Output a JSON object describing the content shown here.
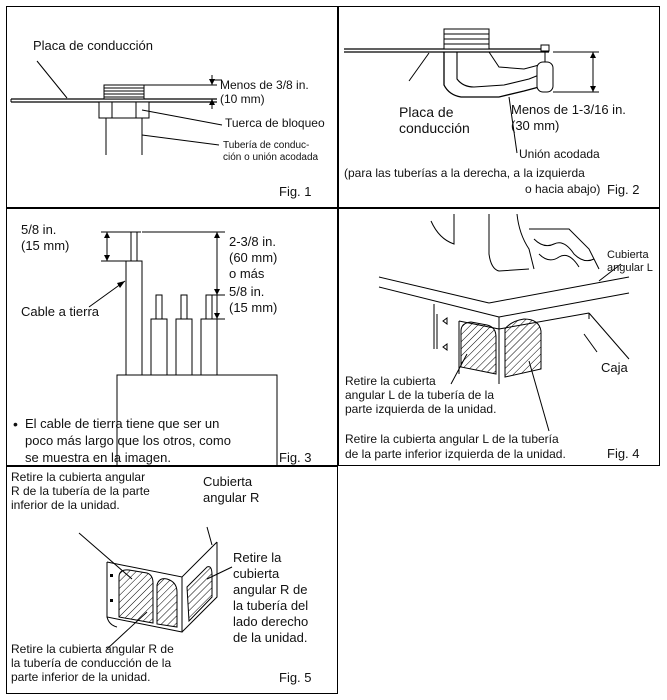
{
  "fig1": {
    "placa": "Placa de conducción",
    "menos": "Menos de 3/8 in.",
    "mm": "(10 mm)",
    "tuerca": "Tuerca de bloqueo",
    "tuberia1": "Tubería de conduc-",
    "tuberia2": "ción o unión acodada",
    "fig": "Fig. 1"
  },
  "fig2": {
    "placa1": "Placa de",
    "placa2": "conducción",
    "menos": "Menos de 1-3/16 in.",
    "mm": "(30 mm)",
    "union": "Unión acodada",
    "para1": "(para las tuberías a la derecha, a la izquierda",
    "para2": "o hacia abajo)",
    "fig": "Fig. 2"
  },
  "fig3": {
    "top1": "5/8 in.",
    "top2": "(15 mm)",
    "r1": "2-3/8 in.",
    "r2": "(60 mm)",
    "r3": "o más",
    "r4": "5/8 in.",
    "r5": "(15 mm)",
    "cable": "Cable a tierra",
    "bullet": "•",
    "note1": "El cable de tierra tiene que ser un",
    "note2": "poco más largo que los otros, como",
    "note3": "se muestra en la imagen.",
    "fig": "Fig. 3"
  },
  "fig4": {
    "cub1": "Cubierta",
    "cub2": "angular L",
    "caja": "Caja",
    "ret1": "Retire la cubierta",
    "ret2": "angular L de la tubería de la",
    "ret3": "parte izquierda de la unidad.",
    "ret4": "Retire la cubierta angular L de la tubería",
    "ret5": "de la parte inferior izquierda de la unidad.",
    "fig": "Fig. 4"
  },
  "fig5": {
    "top1": "Retire la cubierta angular",
    "top2": "R de la tubería de la parte",
    "top3": "inferior de la unidad.",
    "cub1": "Cubierta",
    "cub2": "angular R",
    "rr1": "Retire la",
    "rr2": "cubierta",
    "rr3": "angular R de",
    "rr4": "la tubería del",
    "rr5": "lado derecho",
    "rr6": "de la unidad.",
    "bl1": "Retire la cubierta angular R de",
    "bl2": "la tubería de conducción de la",
    "bl3": "parte inferior de la unidad.",
    "fig": "Fig. 5"
  }
}
